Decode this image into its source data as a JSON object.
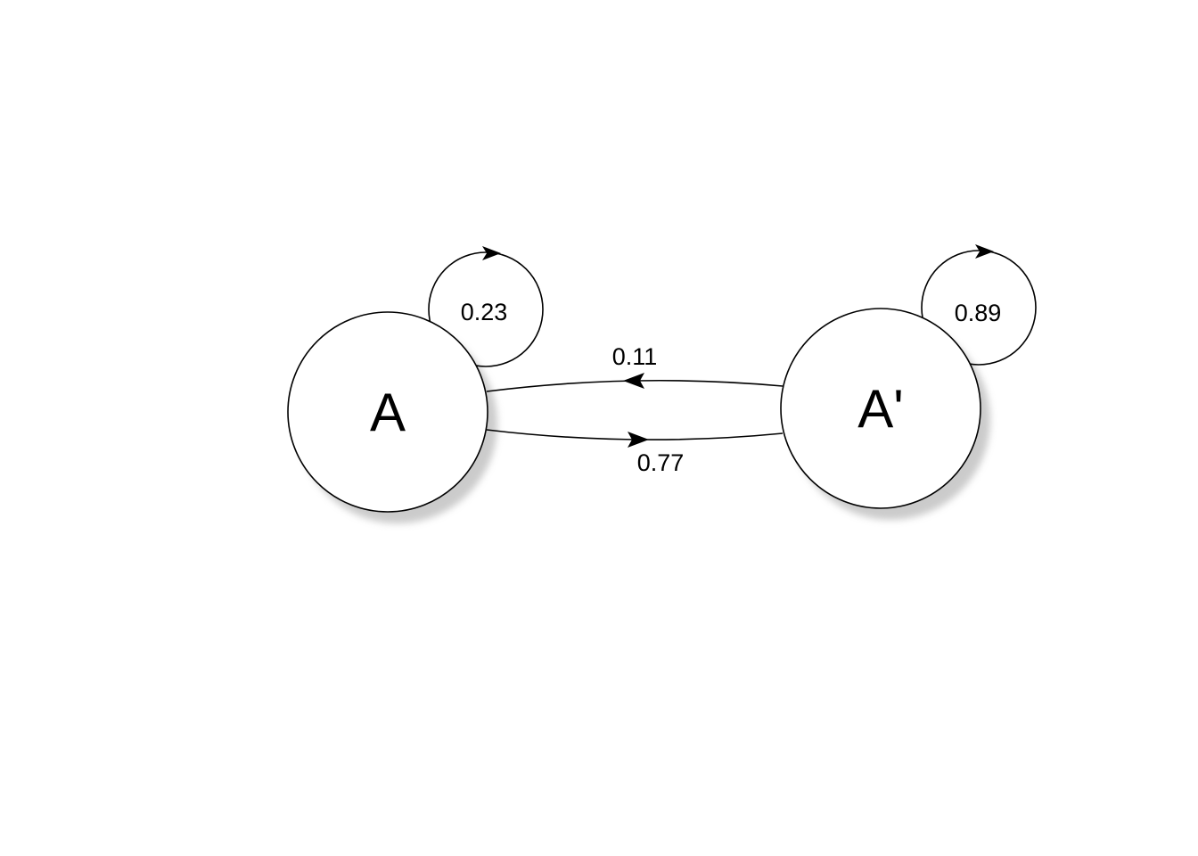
{
  "diagram": {
    "type": "state-transition-diagram",
    "states": [
      {
        "id": "A",
        "label": "A",
        "self_loop_probability": "0.23"
      },
      {
        "id": "A_prime",
        "label": "A'",
        "self_loop_probability": "0.89"
      }
    ],
    "transitions": [
      {
        "from": "A'",
        "to": "A",
        "probability": "0.11"
      },
      {
        "from": "A",
        "to": "A'",
        "probability": "0.77"
      }
    ],
    "colors": {
      "node_fill": "#ffffff",
      "stroke": "#000000",
      "shadow": "#b0b0b0",
      "background": "#ffffff"
    }
  }
}
